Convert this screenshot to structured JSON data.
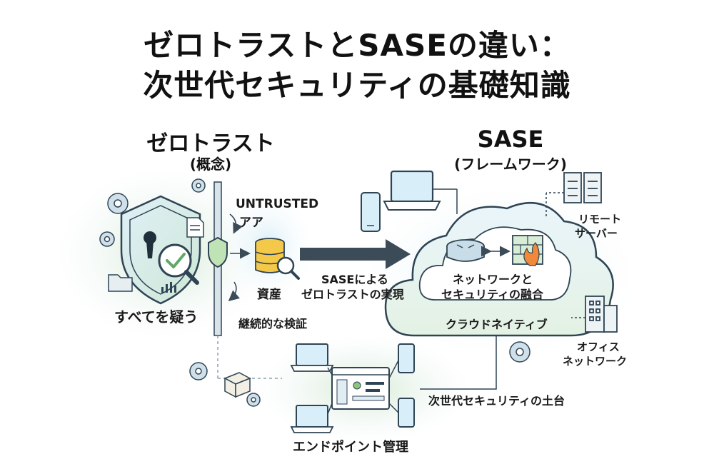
{
  "title": {
    "line1": "ゼロトラストとSASEの違い：",
    "line2": "次世代セキュリティの基礎知識"
  },
  "zero_trust": {
    "heading": "ゼロトラスト",
    "subheading": "(概念)",
    "caption": "すべてを疑う",
    "untrusted_label": "UNTRUSTED",
    "area_label": "アア",
    "asset_label": "資産",
    "verify_label": "継続的な検証"
  },
  "sase": {
    "heading": "SASE",
    "subheading": "(フレームワーク)",
    "arrow_label_1": "SASEによる",
    "arrow_label_2": "ゼロトラストの実現",
    "fusion_label_1": "ネットワークと",
    "fusion_label_2": "セキュリティの融合",
    "cloud_native_label": "クラウドネイティブ",
    "remote_server_1": "リモート",
    "remote_server_2": "サーバー",
    "office_1": "オフィス",
    "office_2": "ネットワーク"
  },
  "bottom": {
    "foundation_label": "次世代セキュリティの土台",
    "endpoint_label": "エンドポイント管理"
  },
  "icons": {
    "shield": "shield-lock-icon",
    "magnifier": "magnifier-check-icon",
    "document": "document-icon",
    "folder": "folder-icon",
    "gear": "gear-icon",
    "database": "database-icon",
    "router": "router-icon",
    "firewall": "firewall-icon",
    "laptop": "laptop-icon",
    "phone": "smartphone-icon",
    "server": "server-icon",
    "building": "office-building-icon",
    "dashboard": "dashboard-icon",
    "box": "box-icon"
  },
  "colors": {
    "outline": "#2f4454",
    "soft_blue": "#dcecf5",
    "soft_green": "#e3f1df",
    "accent_green": "#8fc57a",
    "accent_yellow": "#f4c94a",
    "arrow": "#3b4b57"
  }
}
